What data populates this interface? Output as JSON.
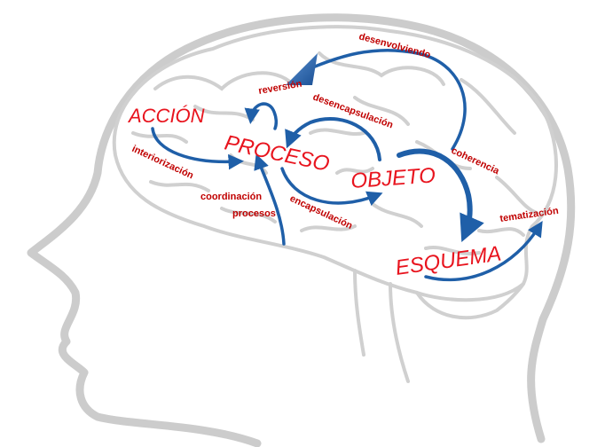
{
  "diagram": {
    "stages": {
      "accion": "ACCIÓN",
      "proceso": "PROCESO",
      "objeto": "OBJETO",
      "esquema": "ESQUEMA"
    },
    "mechanisms": {
      "interiorizacion": "interiorización",
      "coordinacion": "coordinación",
      "procesos": "procesos",
      "reversion": "reversión",
      "desencapsulacion": "desencapsulación",
      "encapsulacion": "encapsulación",
      "desenvolviendo": "desenvolviendo",
      "coherencia": "coherencia",
      "tematizacion": "tematización"
    },
    "colors": {
      "label_red": "#e8141e",
      "arrow_blue": "#1f5fa8",
      "outline_gray": "#c8c8c8"
    }
  }
}
